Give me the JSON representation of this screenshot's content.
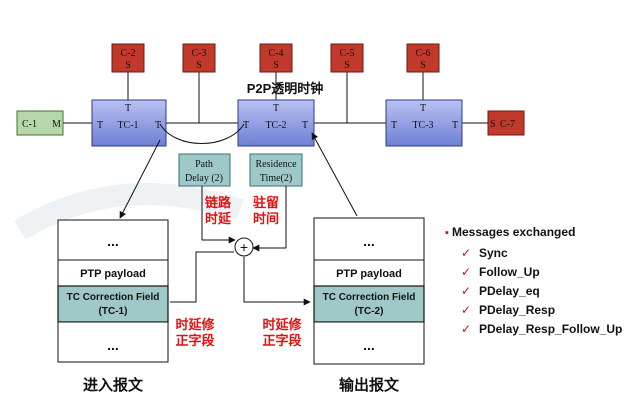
{
  "title": "P2P透明时钟",
  "clocks_top": [
    {
      "id": "C-2",
      "port": "S"
    },
    {
      "id": "C-3",
      "port": "S"
    },
    {
      "id": "C-4",
      "port": "S"
    },
    {
      "id": "C-5",
      "port": "S"
    },
    {
      "id": "C-6",
      "port": "S"
    }
  ],
  "left_clock": {
    "id": "C-1",
    "port": "M"
  },
  "right_clock": {
    "id": "C-7",
    "port": "S"
  },
  "tcs": [
    {
      "name": "TC-1",
      "port": "T"
    },
    {
      "name": "TC-2",
      "port": "T"
    },
    {
      "name": "TC-3",
      "port": "T"
    }
  ],
  "path_delay": {
    "line1": "Path",
    "line2": "Delay (2)"
  },
  "residence_time": {
    "line1": "Residence",
    "line2": "Time(2)"
  },
  "labels": {
    "link_delay": [
      "链路",
      "时延"
    ],
    "residence": [
      "驻留",
      "时间"
    ],
    "corr_left": [
      "时延修",
      "正字段"
    ],
    "corr_right": [
      "时延修",
      "正字段"
    ]
  },
  "plus": "+",
  "in_packet": {
    "dots": "...",
    "payload": "PTP payload",
    "field_line1": "TC Correction Field",
    "field_line2": "(TC-1)",
    "caption": "进入报文"
  },
  "out_packet": {
    "dots": "...",
    "payload": "PTP payload",
    "field_line1": "TC Correction Field",
    "field_line2": "(TC-2)",
    "caption": "输出报文"
  },
  "messages": {
    "bullet": "▪",
    "title": "Messages exchanged",
    "check": "✓",
    "items": [
      "Sync",
      "Follow_Up",
      "PDelay_eq",
      "PDelay_Resp",
      "PDelay_Resp_Follow_Up"
    ]
  },
  "colors": {
    "clock_red": "#c0392b",
    "tc_blue": "#7b8ad8",
    "teal": "#9fc9c9",
    "label_red": "#e01010"
  }
}
